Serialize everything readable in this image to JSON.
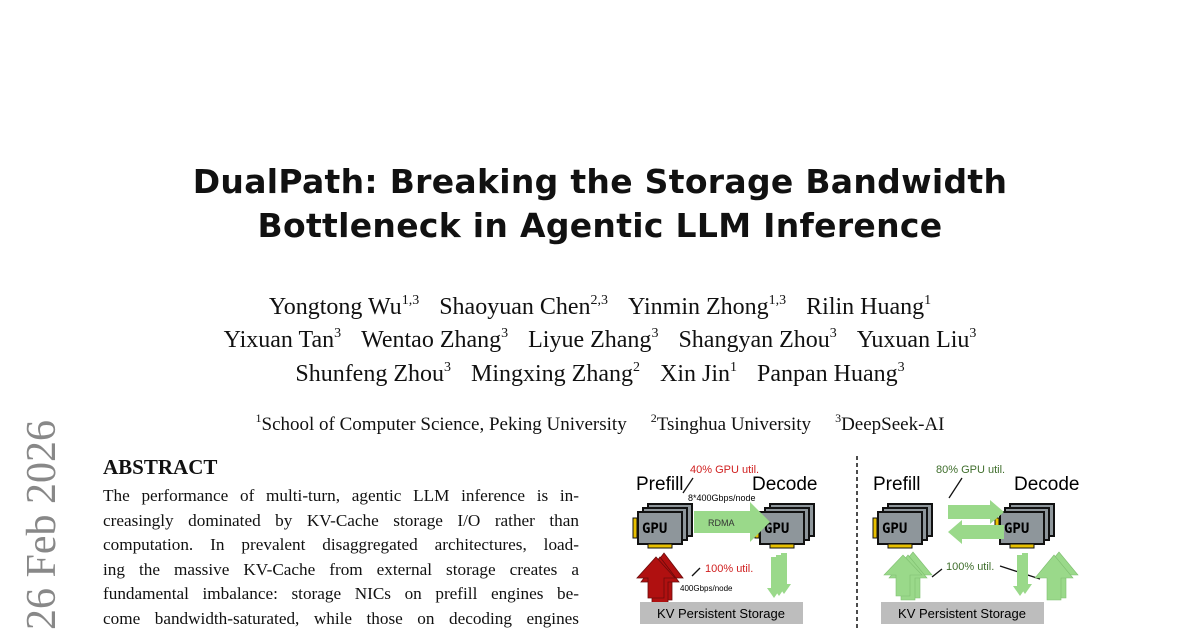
{
  "title": {
    "line1": "DualPath: Breaking the Storage Bandwidth",
    "line2": "Bottleneck in Agentic LLM Inference"
  },
  "authors": [
    [
      {
        "name": "Yongtong Wu",
        "sup": "1,3"
      },
      {
        "name": "Shaoyuan Chen",
        "sup": "2,3"
      },
      {
        "name": "Yinmin Zhong",
        "sup": "1,3"
      },
      {
        "name": "Rilin Huang",
        "sup": "1"
      }
    ],
    [
      {
        "name": "Yixuan Tan",
        "sup": "3"
      },
      {
        "name": "Wentao Zhang",
        "sup": "3"
      },
      {
        "name": "Liyue Zhang",
        "sup": "3"
      },
      {
        "name": "Shangyan Zhou",
        "sup": "3"
      },
      {
        "name": "Yuxuan Liu",
        "sup": "3"
      }
    ],
    [
      {
        "name": "Shunfeng Zhou",
        "sup": "3"
      },
      {
        "name": "Mingxing Zhang",
        "sup": "2"
      },
      {
        "name": "Xin Jin",
        "sup": "1"
      },
      {
        "name": "Panpan Huang",
        "sup": "3"
      }
    ]
  ],
  "affiliations": [
    {
      "sup": "1",
      "name": "School of Computer Science, Peking University"
    },
    {
      "sup": "2",
      "name": "Tsinghua University"
    },
    {
      "sup": "3",
      "name": "DeepSeek-AI"
    }
  ],
  "side_date": "26 Feb 2026",
  "abstract": {
    "heading": "ABSTRACT",
    "lines": [
      "The performance of multi-turn, agentic LLM inference is in-",
      "creasingly dominated by KV-Cache storage I/O rather than",
      "computation. In prevalent disaggregated architectures, load-",
      "ing the massive KV-Cache from external storage creates a",
      "fundamental imbalance: storage NICs on prefill engines be-",
      "come bandwidth-saturated, while those on decoding engines"
    ]
  },
  "figure": {
    "left": {
      "prefill": "Prefill",
      "decode": "Decode",
      "gpu": "GPU",
      "gpu_util": "40% GPU util.",
      "link_bw": "8*400Gbps/node",
      "rdma": "RDMA",
      "storage_util": "100% util.",
      "storage_bw": "400Gbps/node",
      "storage": "KV Persistent Storage"
    },
    "right": {
      "prefill": "Prefill",
      "decode": "Decode",
      "gpu": "GPU",
      "gpu_util": "80% GPU util.",
      "storage_util": "100% util.",
      "storage": "KV Persistent Storage"
    },
    "colors": {
      "red": "#b01010",
      "green": "#9ad98a",
      "dark_green": "#3f6e2c",
      "gray": "#bdbdbd"
    }
  }
}
